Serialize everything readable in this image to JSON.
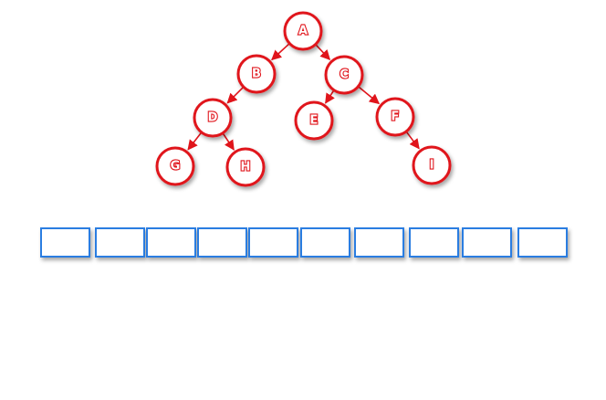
{
  "tree": {
    "nodes": [
      {
        "id": "A",
        "label": "A"
      },
      {
        "id": "B",
        "label": "B"
      },
      {
        "id": "C",
        "label": "C"
      },
      {
        "id": "D",
        "label": "D"
      },
      {
        "id": "E",
        "label": "E"
      },
      {
        "id": "F",
        "label": "F"
      },
      {
        "id": "G",
        "label": "G"
      },
      {
        "id": "H",
        "label": "H"
      },
      {
        "id": "I",
        "label": "I"
      }
    ],
    "edges": [
      {
        "from": "A",
        "to": "B"
      },
      {
        "from": "A",
        "to": "C"
      },
      {
        "from": "B",
        "to": "D"
      },
      {
        "from": "C",
        "to": "E"
      },
      {
        "from": "C",
        "to": "F"
      },
      {
        "from": "D",
        "to": "G"
      },
      {
        "from": "D",
        "to": "H"
      },
      {
        "from": "F",
        "to": "I"
      }
    ]
  },
  "array": {
    "slot_count": 10,
    "slots": [
      "",
      "",
      "",
      "",
      "",
      "",
      "",
      "",
      "",
      ""
    ]
  },
  "colors": {
    "node_stroke": "#e0141b",
    "slot_stroke": "#2a7de1"
  }
}
